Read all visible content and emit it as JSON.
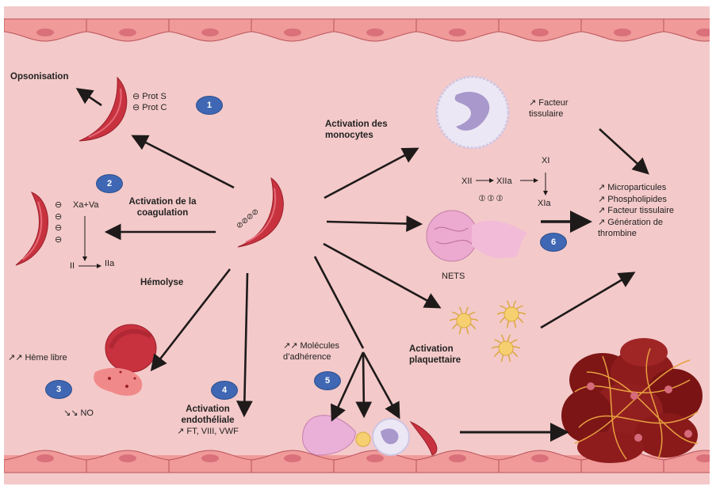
{
  "diagram": {
    "title_labels": {
      "opsonisation": "Opsonisation",
      "prot_s": "⊖ Prot S",
      "prot_c": "⊖ Prot C",
      "activation_coagulation_1": "Activation de la",
      "activation_coagulation_2": "coagulation",
      "xa_va": "Xa+Va",
      "ii": "II",
      "iia": "IIa",
      "hemolyse": "Hémolyse",
      "heme_libre": "↗↗ Hème libre",
      "no": "↘↘ NO",
      "activation_endotheliale_1": "Activation",
      "activation_endotheliale_2": "endothéliale",
      "activation_endotheliale_3": "↗ FT, VIII, VWF",
      "molecules_adherence_1": "↗↗ Molécules",
      "molecules_adherence_2": "d’adhérence",
      "activation_monocytes_1": "Activation des",
      "activation_monocytes_2": "monocytes",
      "facteur_tissulaire_1": "↗ Facteur",
      "facteur_tissulaire_2": "tissulaire",
      "xii": "XII",
      "xiia": "XIIa",
      "xi": "XI",
      "xia": "XIa",
      "inhibit_marks": "⦶ ⦶ ⦶",
      "nets": "NETS",
      "activation_plaquettaire_1": "Activation",
      "activation_plaquettaire_2": "plaquettaire",
      "minus_signs": [
        "⊖",
        "⊖",
        "⊖",
        "⊖"
      ]
    },
    "outcomes": [
      "↗  Microparticules",
      "↗ Phospholipides",
      "↗ Facteur tissulaire",
      "↗ Génération de",
      "thrombine"
    ],
    "badges": [
      "1",
      "2",
      "3",
      "4",
      "5",
      "6"
    ],
    "colors": {
      "background": "#f4c9c9",
      "endothelium": "#f09a9a",
      "endothelium_border": "#b9545a",
      "nucleus": "#d9707a",
      "sickle_cell": "#c8323f",
      "sickle_cell_dark": "#9a1e2a",
      "badge": "#3f67b3",
      "arrow": "#1e1a1a",
      "monocyte": "#ddd6ee",
      "platelet": "#f6d070",
      "clot": "#8c1a1a",
      "fibrin": "#e8a040"
    }
  }
}
